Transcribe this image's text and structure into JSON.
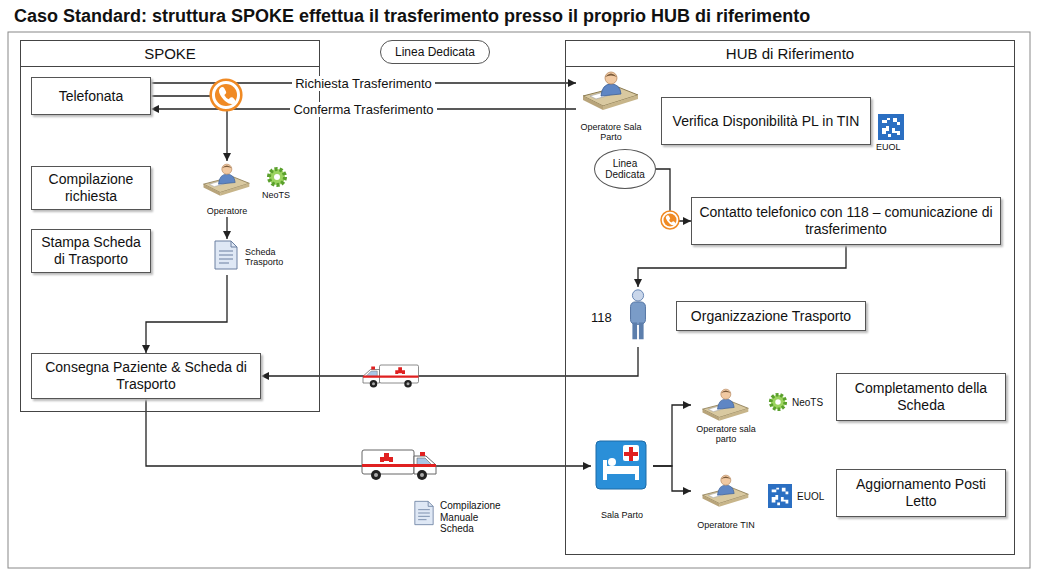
{
  "diagram": {
    "title": "Caso Standard: struttura SPOKE effettua il trasferimento presso il proprio HUB di riferimento",
    "nodes": [
      {
        "text": [
          "SPOKE"
        ]
      },
      {
        "text": [
          "Telefonata"
        ],
        "in": 0
      },
      {
        "text": [
          "Compilazione richiesta"
        ],
        "in": 0
      },
      {
        "text": [
          "Operatore"
        ],
        "in": 0
      },
      {
        "text": [
          "Stampa Scheda di Trasporto"
        ],
        "in": 0
      },
      {
        "text": [
          "Scheda Trasporto"
        ],
        "in": 0
      },
      {
        "text": [
          "Consegna Paziente & Scheda di Trasporto"
        ],
        "in": 0
      },
      {
        "text": [
          "Linea Dedicata"
        ]
      },
      {
        "text": [
          "HUB di Riferimento"
        ]
      },
      {
        "text": [
          "Operatore Sala Parto"
        ],
        "in": 8
      },
      {
        "text": [
          "Verifica Disponibilità PL in TIN"
        ],
        "in": 8
      },
      {
        "text": [
          "Linea Dedicata"
        ],
        "in": 8
      },
      {
        "text": [
          "Contatto telefonico con 118 – comunicazione di trasferimento"
        ],
        "in": 8
      },
      {
        "text": [
          "118"
        ],
        "in": 8
      },
      {
        "text": [
          "Organizzazione Trasporto"
        ],
        "in": 8
      },
      {
        "text": [
          "Sala Parto"
        ],
        "in": 8
      },
      {
        "text": [
          "Operatore sala parto"
        ],
        "in": 8
      },
      {
        "text": [
          "Completamento della Scheda"
        ],
        "in": 8
      },
      {
        "text": [
          "Operatore TIN"
        ],
        "in": 8
      },
      {
        "text": [
          "Aggiornamento Posti Letto"
        ],
        "in": 8
      }
    ],
    "edges": [
      {
        "from": 1,
        "to": 9,
        "label": "Richiesta Trasferimento",
        "arrow": "to"
      },
      {
        "from": 9,
        "to": 1,
        "label": "Conferma Trasferimento",
        "arrow": "to"
      },
      {
        "from": 1,
        "to": 3,
        "arrow": "to"
      },
      {
        "from": 3,
        "to": 5,
        "arrow": "to"
      },
      {
        "from": 5,
        "to": 6,
        "arrow": "to"
      },
      {
        "from": 11,
        "to": 12,
        "arrow": "to"
      },
      {
        "from": 12,
        "to": 13,
        "arrow": "to"
      },
      {
        "from": 13,
        "to": 6,
        "arrow": "to"
      },
      {
        "from": 6,
        "to": 15,
        "arrow": "to"
      },
      {
        "from": 15,
        "to": 16,
        "arrow": "to"
      },
      {
        "from": 15,
        "to": 18,
        "arrow": "to"
      }
    ],
    "labels": [
      "NeoTS",
      "EUOL",
      "Compilazione Manuale Scheda",
      "NeoTS",
      "EUOL"
    ]
  }
}
